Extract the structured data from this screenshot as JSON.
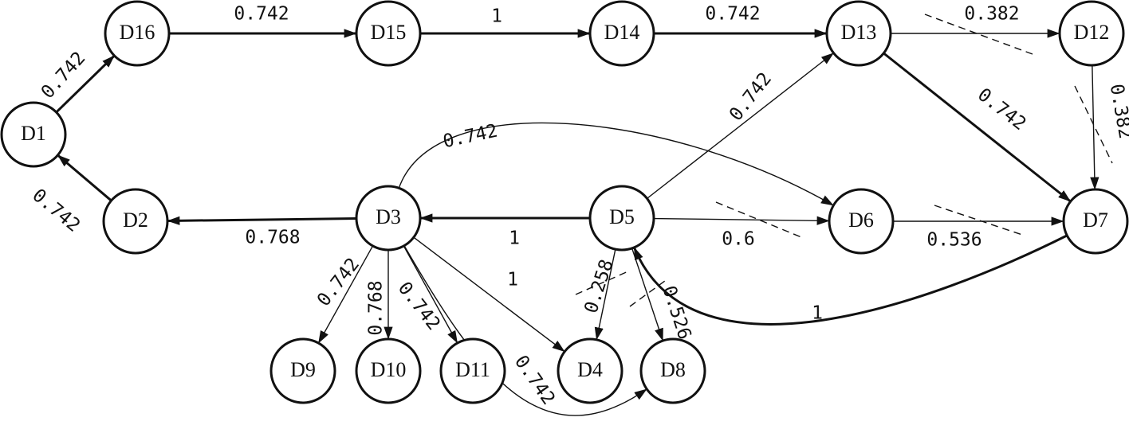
{
  "nodes": [
    {
      "id": "D1",
      "label": "D1"
    },
    {
      "id": "D2",
      "label": "D2"
    },
    {
      "id": "D3",
      "label": "D3"
    },
    {
      "id": "D4",
      "label": "D4"
    },
    {
      "id": "D5",
      "label": "D5"
    },
    {
      "id": "D6",
      "label": "D6"
    },
    {
      "id": "D7",
      "label": "D7"
    },
    {
      "id": "D8",
      "label": "D8"
    },
    {
      "id": "D9",
      "label": "D9"
    },
    {
      "id": "D10",
      "label": "D10"
    },
    {
      "id": "D11",
      "label": "D11"
    },
    {
      "id": "D12",
      "label": "D12"
    },
    {
      "id": "D13",
      "label": "D13"
    },
    {
      "id": "D14",
      "label": "D14"
    },
    {
      "id": "D15",
      "label": "D15"
    },
    {
      "id": "D16",
      "label": "D16"
    }
  ],
  "edges": [
    {
      "from": "D1",
      "to": "D16",
      "weight": "0.742",
      "bold": true,
      "cut": false
    },
    {
      "from": "D16",
      "to": "D15",
      "weight": "0.742",
      "bold": true,
      "cut": false
    },
    {
      "from": "D15",
      "to": "D14",
      "weight": "1",
      "bold": true,
      "cut": false
    },
    {
      "from": "D14",
      "to": "D13",
      "weight": "0.742",
      "bold": true,
      "cut": false
    },
    {
      "from": "D13",
      "to": "D12",
      "weight": "0.382",
      "bold": false,
      "cut": true
    },
    {
      "from": "D12",
      "to": "D7",
      "weight": "0.382",
      "bold": false,
      "cut": true
    },
    {
      "from": "D13",
      "to": "D7",
      "weight": "0.742",
      "bold": true,
      "cut": false
    },
    {
      "from": "D5",
      "to": "D13",
      "weight": "0.742",
      "bold": false,
      "cut": false
    },
    {
      "from": "D3",
      "to": "D6",
      "weight": "0.742",
      "bold": false,
      "cut": false
    },
    {
      "from": "D5",
      "to": "D3",
      "weight": "1",
      "bold": true,
      "cut": false
    },
    {
      "from": "D5",
      "to": "D6",
      "weight": "0.6",
      "bold": false,
      "cut": true
    },
    {
      "from": "D6",
      "to": "D7",
      "weight": "0.536",
      "bold": false,
      "cut": true
    },
    {
      "from": "D7",
      "to": "D5",
      "weight": "1",
      "bold": true,
      "cut": false
    },
    {
      "from": "D3",
      "to": "D2",
      "weight": "0.768",
      "bold": true,
      "cut": false
    },
    {
      "from": "D2",
      "to": "D1",
      "weight": "0.742",
      "bold": true,
      "cut": false
    },
    {
      "from": "D3",
      "to": "D9",
      "weight": "0.742",
      "bold": false,
      "cut": false
    },
    {
      "from": "D3",
      "to": "D10",
      "weight": "0.768",
      "bold": false,
      "cut": false
    },
    {
      "from": "D3",
      "to": "D11",
      "weight": "0.742",
      "bold": false,
      "cut": false
    },
    {
      "from": "D3",
      "to": "D4",
      "weight": "1",
      "bold": false,
      "cut": false
    },
    {
      "from": "D3",
      "to": "D8",
      "weight": "0.742",
      "bold": false,
      "cut": false
    },
    {
      "from": "D5",
      "to": "D4",
      "weight": "0.258",
      "bold": false,
      "cut": true
    },
    {
      "from": "D5",
      "to": "D8",
      "weight": "0.526",
      "bold": false,
      "cut": true
    }
  ]
}
